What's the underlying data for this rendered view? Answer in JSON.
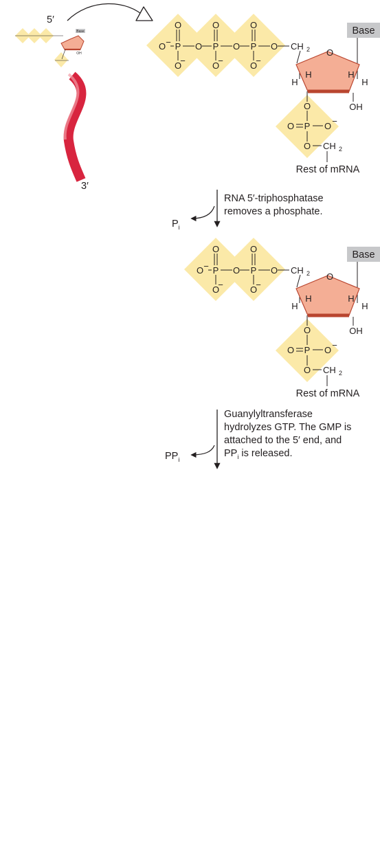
{
  "colors": {
    "phosphate_fill": "#fbe9a8",
    "ribose_fill": "#f4ae95",
    "ribose_stroke": "#b9452f",
    "base_box": "#c7c8ca",
    "rna_strand": "#d8253f",
    "text": "#231f20"
  },
  "icons": [
    "curved-arrow-icon",
    "down-arrow-icon",
    "ribose-ring-icon"
  ],
  "overview": {
    "five_prime": "5′",
    "three_prime": "3′",
    "base": "Base",
    "oh": "OH"
  },
  "atoms": {
    "O": "O",
    "P": "P",
    "H": "H",
    "OH": "OH",
    "o_minus": "O",
    "minus": "−",
    "ch": "CH",
    "sub2": "2"
  },
  "structure1": {
    "base": "Base",
    "rest_label": "Rest of mRNA"
  },
  "step1": {
    "line1": "RNA 5′-triphosphatase",
    "line2": "removes a phosphate.",
    "product": "P",
    "product_sub": "i"
  },
  "structure2": {
    "base": "Base",
    "rest_label": "Rest of mRNA"
  },
  "step2": {
    "line1": "Guanylyltransferase",
    "line2": "hydrolyzes GTP. The GMP is",
    "line3": "attached to the 5′ end, and",
    "line4_a": "PP",
    "line4_sub": "i",
    "line4_b": " is released.",
    "product": "PP",
    "product_sub": "i"
  }
}
